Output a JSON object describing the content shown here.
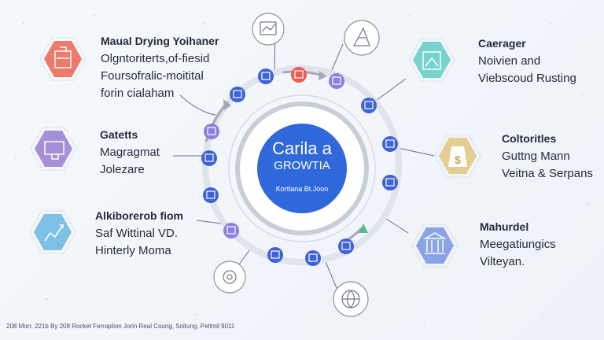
{
  "center": {
    "line1": "Carila a",
    "line2": "GROWTIA",
    "line3": "Kortlana Bt.Joon"
  },
  "left": [
    {
      "title": "Maual Drying Yoihaner",
      "lines": [
        "Olgntoriterts,of-fiesid",
        "Foursofralic-moitital",
        "forin cialaham"
      ]
    },
    {
      "title": "Gatetts",
      "lines": [
        "Magragmat",
        "Jolezare"
      ]
    },
    {
      "title": "Alkiborerob fiom",
      "lines": [
        "Saf Wittinal VD.",
        "Hinterly Moma"
      ]
    }
  ],
  "right": [
    {
      "title": "Caerager",
      "lines": [
        "Noivien and",
        "Viebscoud Rusting"
      ]
    },
    {
      "title": "Coltoritles",
      "lines": [
        "Guttng Mann",
        "Veitna & Serpans"
      ]
    },
    {
      "title": "Mahurdel",
      "lines": [
        "Meegatiungics",
        "Vilteyan."
      ]
    }
  ],
  "footer": "208 Morr. 221b By 208 Rocket Ferraption Jorin Real Coung, Soitung, Peltmil 9011",
  "colors": {
    "hex_left": [
      "#ee7a6c",
      "#a58fd6",
      "#7cc0e6"
    ],
    "hex_right": [
      "#76d3cf",
      "#e4cc92",
      "#8aa3e6"
    ],
    "node_blue": "#3f62d8",
    "node_red": "#ee5c52",
    "node_purple": "#8c7fe0",
    "core_blue": "#2f68db"
  },
  "icons": {
    "hex_left": [
      "archive-icon",
      "monitor-icon",
      "chart-icon"
    ],
    "hex_right": [
      "gallery-icon",
      "money-bag-icon",
      "bank-icon"
    ]
  }
}
